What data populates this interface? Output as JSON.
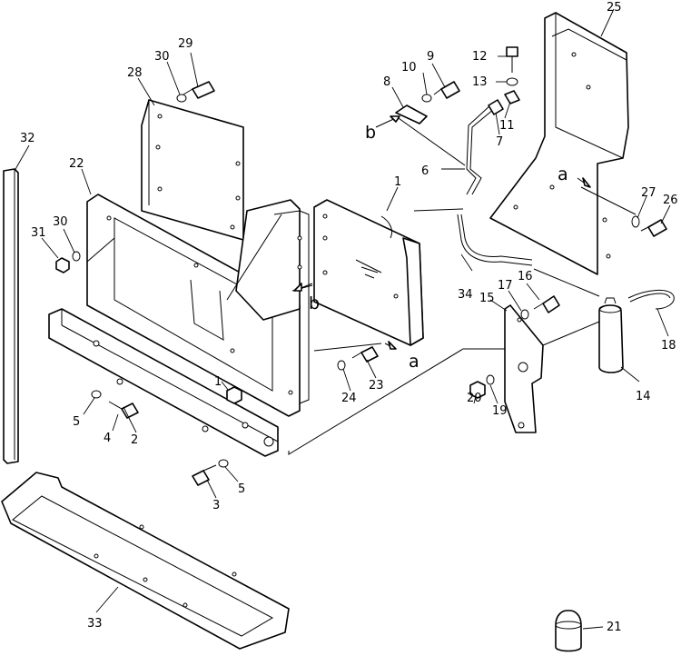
{
  "callouts": [
    {
      "key": "p1a",
      "text": "1"
    },
    {
      "key": "p1b",
      "text": "1"
    },
    {
      "key": "p2",
      "text": "2"
    },
    {
      "key": "p3",
      "text": "3"
    },
    {
      "key": "p4",
      "text": "4"
    },
    {
      "key": "p5a",
      "text": "5"
    },
    {
      "key": "p5b",
      "text": "5"
    },
    {
      "key": "p6",
      "text": "6"
    },
    {
      "key": "p7",
      "text": "7"
    },
    {
      "key": "p8",
      "text": "8"
    },
    {
      "key": "p9",
      "text": "9"
    },
    {
      "key": "p10",
      "text": "10"
    },
    {
      "key": "p11",
      "text": "11"
    },
    {
      "key": "p12",
      "text": "12"
    },
    {
      "key": "p13",
      "text": "13"
    },
    {
      "key": "p14",
      "text": "14"
    },
    {
      "key": "p15",
      "text": "15"
    },
    {
      "key": "p16",
      "text": "16"
    },
    {
      "key": "p17",
      "text": "17"
    },
    {
      "key": "p18",
      "text": "18"
    },
    {
      "key": "p19",
      "text": "19"
    },
    {
      "key": "p20",
      "text": "20"
    },
    {
      "key": "p21",
      "text": "21"
    },
    {
      "key": "p22",
      "text": "22"
    },
    {
      "key": "p23",
      "text": "23"
    },
    {
      "key": "p24",
      "text": "24"
    },
    {
      "key": "p25",
      "text": "25"
    },
    {
      "key": "p26",
      "text": "26"
    },
    {
      "key": "p27",
      "text": "27"
    },
    {
      "key": "p28",
      "text": "28"
    },
    {
      "key": "p29",
      "text": "29"
    },
    {
      "key": "p30a",
      "text": "30"
    },
    {
      "key": "p30b",
      "text": "30"
    },
    {
      "key": "p31",
      "text": "31"
    },
    {
      "key": "p32",
      "text": "32"
    },
    {
      "key": "p33",
      "text": "33"
    },
    {
      "key": "p34",
      "text": "34"
    }
  ],
  "references": [
    {
      "key": "ref-a-right",
      "text": "a"
    },
    {
      "key": "ref-a-left",
      "text": "a"
    },
    {
      "key": "ref-b-top",
      "text": "b"
    },
    {
      "key": "ref-b-mid",
      "text": "b"
    }
  ]
}
